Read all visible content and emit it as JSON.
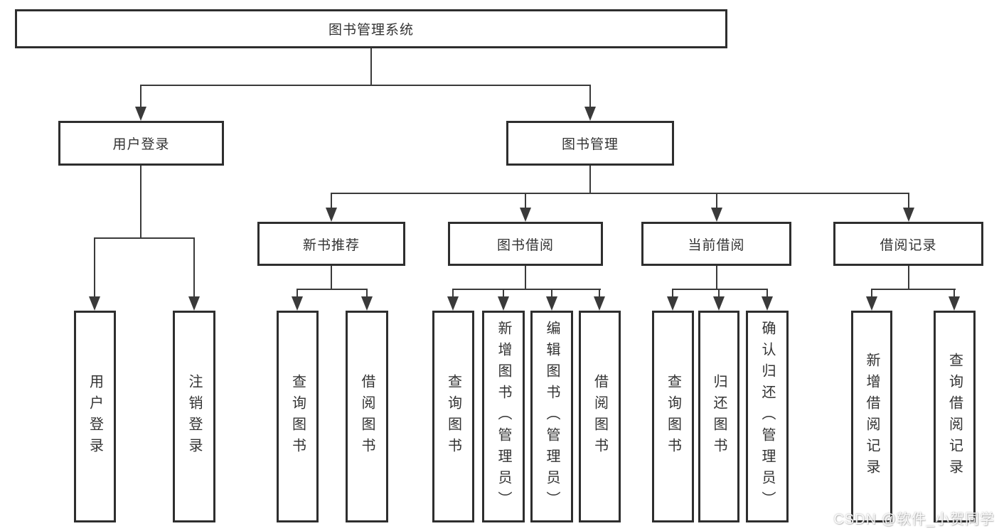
{
  "title": {
    "label": "图书管理系统"
  },
  "level2": [
    {
      "label": "用户登录"
    },
    {
      "label": "图书管理"
    }
  ],
  "level3": [
    {
      "label": "新书推荐"
    },
    {
      "label": "图书借阅"
    },
    {
      "label": "当前借阅"
    },
    {
      "label": "借阅记录"
    }
  ],
  "leaves": [
    {
      "label": "用户登录"
    },
    {
      "label": "注销登录"
    },
    {
      "label": "查询图书"
    },
    {
      "label": "借阅图书"
    },
    {
      "label": "查询图书"
    },
    {
      "label": "新增图书（管理员）"
    },
    {
      "label": "编辑图书（管理员）"
    },
    {
      "label": "借阅图书"
    },
    {
      "label": "查询图书"
    },
    {
      "label": "归还图书"
    },
    {
      "label": "确认归还（管理员）"
    },
    {
      "label": "新增借阅记录"
    },
    {
      "label": "查询借阅记录"
    }
  ],
  "watermark": {
    "text": "CSDN @软件_小贺同学"
  },
  "colors": {
    "line": "#3a3a3a",
    "text": "#333333",
    "box-bg": "#ffffff",
    "page-bg": "#ffffff"
  }
}
